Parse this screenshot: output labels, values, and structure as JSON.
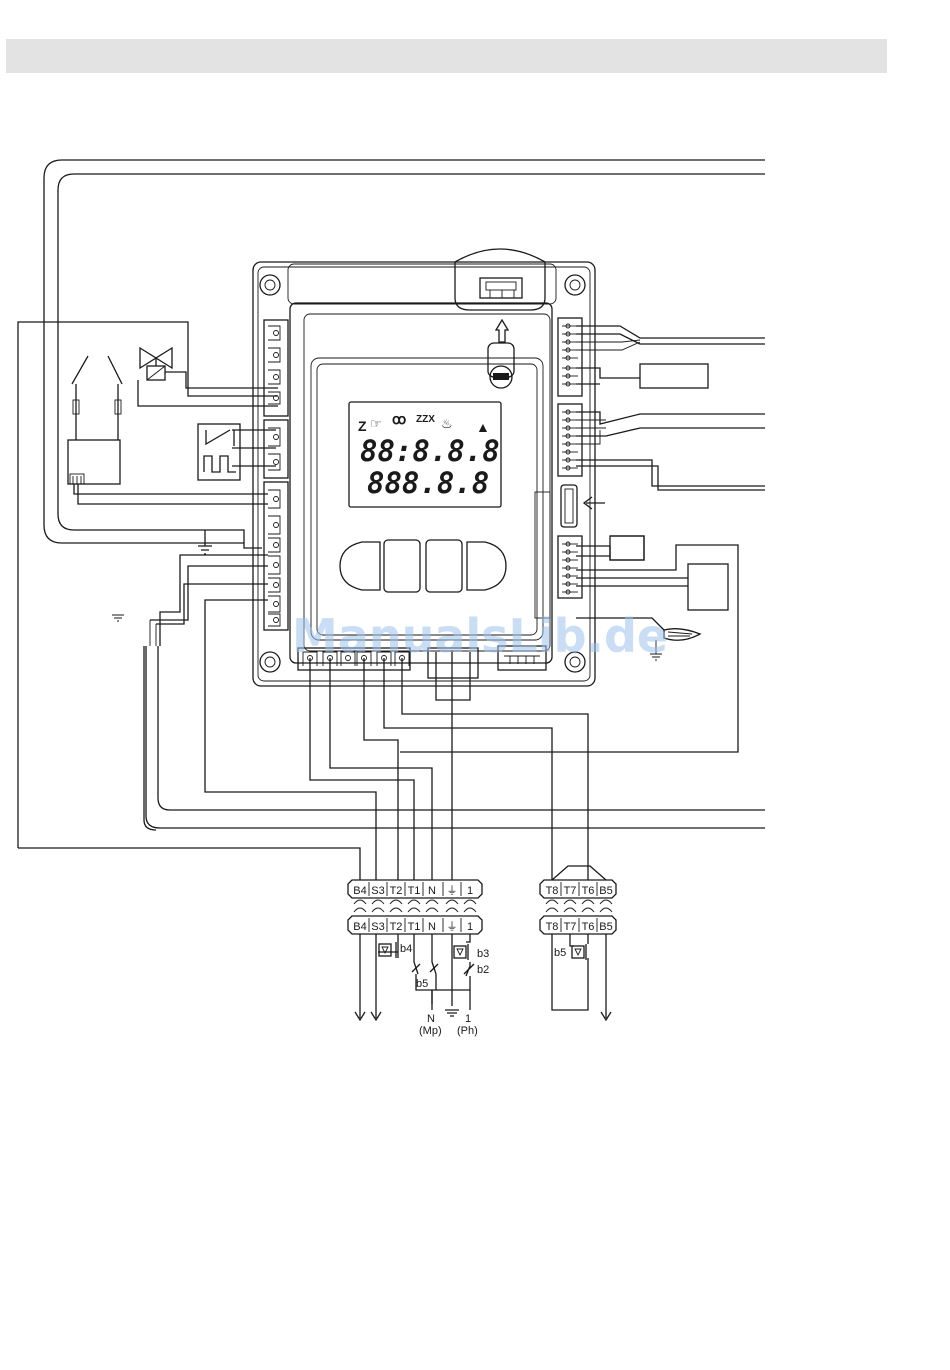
{
  "watermark": "ManualsLib.de",
  "lcd": {
    "symbols": [
      "Z",
      "☞",
      "ꝏ",
      "ZZX",
      "♨",
      "▲"
    ],
    "line1": "88:8.8.8",
    "line2": "888.8.8"
  },
  "terminal_block_main": {
    "upper": [
      "B4",
      "S3",
      "T2",
      "T1",
      "N",
      "⏚",
      "1"
    ],
    "lower": [
      "B4",
      "S3",
      "T2",
      "T1",
      "N",
      "⏚",
      "1"
    ]
  },
  "terminal_block_stage2": {
    "upper": [
      "T8",
      "T7",
      "T6",
      "B5"
    ],
    "lower": [
      "T8",
      "T7",
      "T6",
      "B5"
    ]
  },
  "contacts": {
    "b4": "b4",
    "b3": "b3",
    "b2": "b2",
    "b5_left": "b5",
    "b5_right": "b5"
  },
  "supply": {
    "neutral": "N",
    "neutral_sub": "(Mp)",
    "phase": "1",
    "phase_sub": "(Ph)"
  },
  "colors": {
    "line": "#1a1a1a",
    "header_band": "#e3e3e3",
    "watermark": "#9ec3ec"
  }
}
